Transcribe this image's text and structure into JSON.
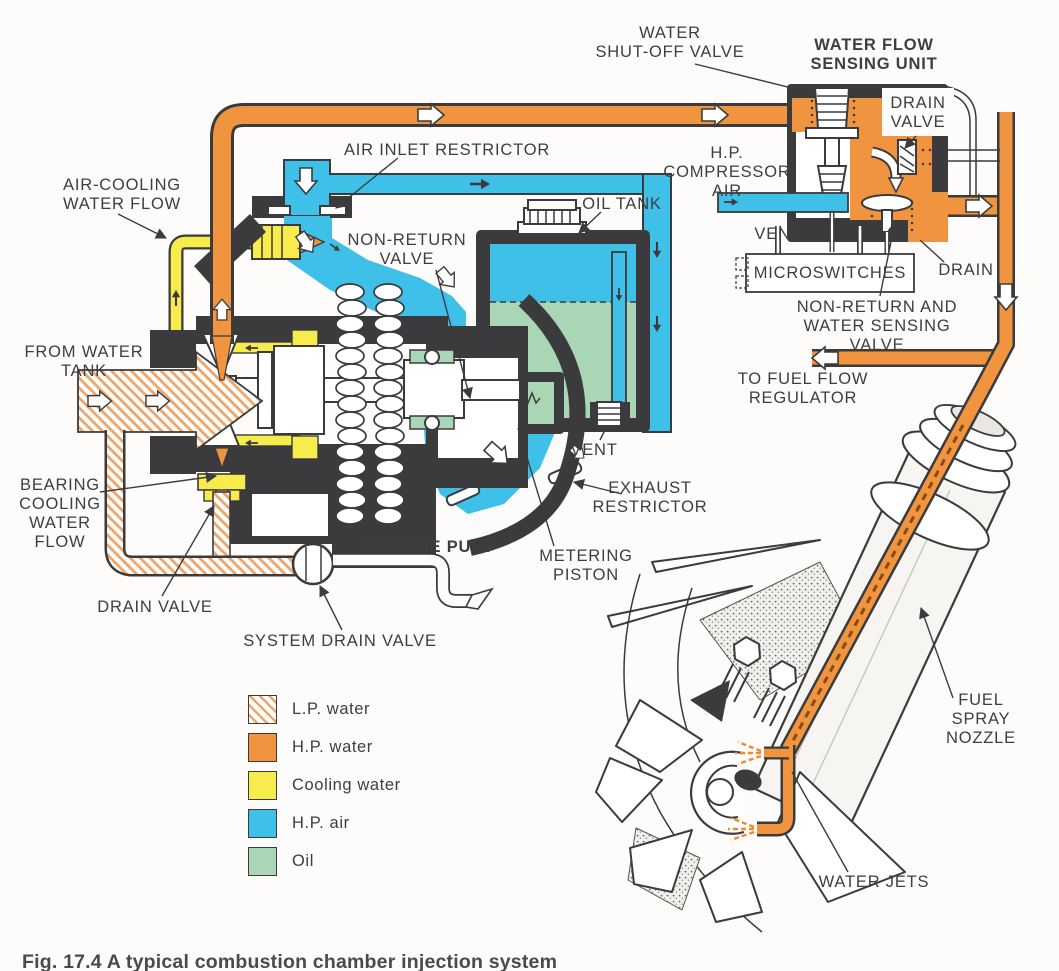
{
  "figure": {
    "caption": "Fig. 17.4 A typical combustion chamber injection system"
  },
  "labels": {
    "water_shutoff_valve": "WATER\nSHUT-OFF VALVE",
    "water_flow_sensing_unit": "WATER FLOW\nSENSING UNIT",
    "drain_valve_top": "DRAIN\nVALVE",
    "hp_compressor_air": "H.P.\nCOMPRESSOR\nAIR",
    "vent_right": "VENT",
    "microswitches": "MICROSWITCHES",
    "drain_right": "DRAIN",
    "non_return_water_sensing": "NON-RETURN AND\nWATER SENSING VALVE",
    "to_fuel_flow_regulator": "TO FUEL FLOW\nREGULATOR",
    "air_inlet_restrictor": "AIR INLET RESTRICTOR",
    "oil_tank": "OIL TANK",
    "non_return_valve": "NON-RETURN\nVALVE",
    "air_cooling_water_flow": "AIR-COOLING\nWATER FLOW",
    "from_water_tank": "FROM WATER\nTANK",
    "bearing_cooling_water_flow": "BEARING\nCOOLING\nWATER\nFLOW",
    "turbine_pump": "TURBINE PUMP",
    "drain_valve_bottom": "DRAIN VALVE",
    "system_drain_valve": "SYSTEM DRAIN VALVE",
    "vent_center": "VENT",
    "exhaust_restrictor": "EXHAUST\nRESTRICTOR",
    "metering_piston": "METERING\nPISTON",
    "fuel_spray_nozzle": "FUEL\nSPRAY\nNOZZLE",
    "water_jets": "WATER JETS"
  },
  "legend": {
    "items": [
      {
        "label": "L.P. water",
        "style": "hatch",
        "color": "#f0a466"
      },
      {
        "label": "H.P. water",
        "style": "solid",
        "color": "#f0943f"
      },
      {
        "label": "Cooling water",
        "style": "solid",
        "color": "#f7ec4b"
      },
      {
        "label": "H.P. air",
        "style": "solid",
        "color": "#3ec0e9"
      },
      {
        "label": "Oil",
        "style": "solid",
        "color": "#a9d6b4"
      }
    ]
  },
  "colors": {
    "lp_water_hatch": "#f0a466",
    "hp_water": "#f0943f",
    "cooling_water": "#f7ec4b",
    "hp_air": "#3ec0e9",
    "oil": "#a9d6b4",
    "line_dark": "#3b3b3d",
    "text": "#3e3e41"
  }
}
